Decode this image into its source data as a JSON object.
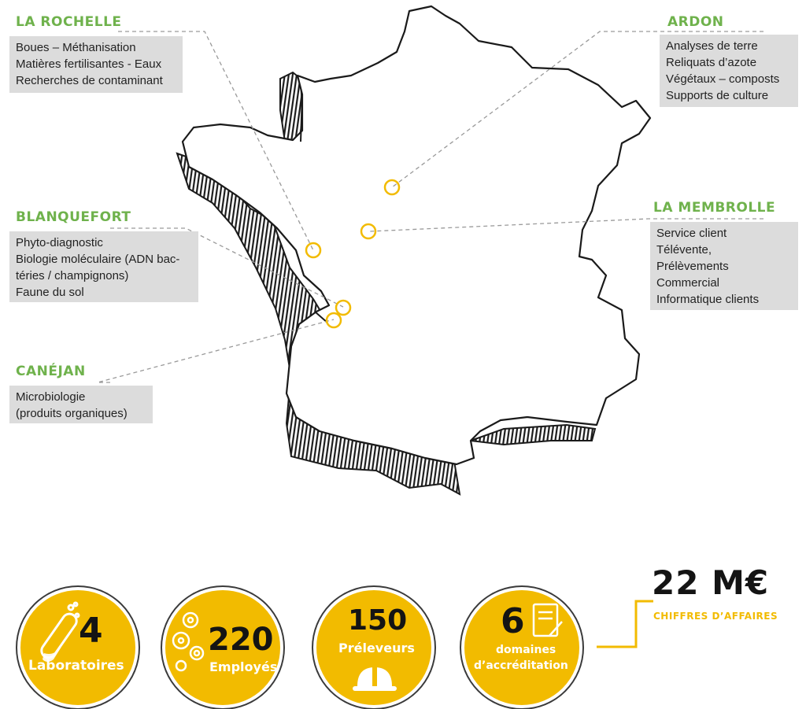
{
  "colors": {
    "accent_green": "#6fb24c",
    "accent_yellow": "#f2bb00",
    "box_gray": "#dcdcdc",
    "ink": "#141414"
  },
  "locations": [
    {
      "id": "la-rochelle",
      "title": "LA ROCHELLE",
      "items": [
        "Boues – Méthanisation",
        "Matières fertilisantes - Eaux",
        "Recherches de contaminant"
      ]
    },
    {
      "id": "ardon",
      "title": "ARDON",
      "items": [
        "Analyses de terre",
        "Reliquats d’azote",
        "Végétaux – composts",
        "Supports de culture"
      ]
    },
    {
      "id": "blanquefort",
      "title": "BLANQUEFORT",
      "items": [
        "Phyto-diagnostic",
        "Biologie moléculaire (ADN bac-",
        "téries / champignons)",
        "Faune du sol"
      ]
    },
    {
      "id": "la-membrolle",
      "title": "LA MEMBROLLE",
      "items": [
        "Service client",
        "Télévente,",
        "Prélèvements",
        "Commercial",
        "Informatique clients"
      ]
    },
    {
      "id": "canejan",
      "title": "CANÉJAN",
      "items": [
        "Microbiologie",
        "(produits organiques)"
      ]
    }
  ],
  "stats": [
    {
      "id": "laboratoires",
      "value": "4",
      "label": "Laboratoires",
      "icon": "test-tube-icon"
    },
    {
      "id": "employes",
      "value": "220",
      "label": "Employés",
      "icon": "gears-head-icon"
    },
    {
      "id": "preleveurs",
      "value": "150",
      "label": "Préleveurs",
      "icon": "hard-hat-icon"
    },
    {
      "id": "accreditation",
      "value": "6",
      "label": "domaines",
      "label2": "d’accréditation",
      "icon": "certificate-document-icon"
    }
  ],
  "revenue": {
    "value": "22 M€",
    "label": "CHIFFRES D’AFFAIRES"
  }
}
